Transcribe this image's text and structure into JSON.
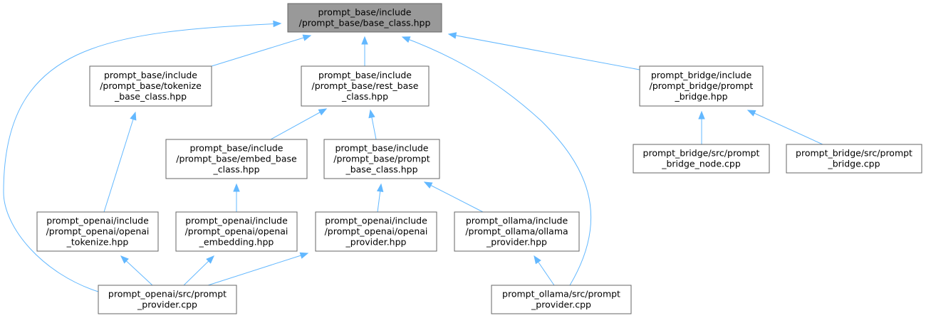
{
  "diagram": {
    "nodes": [
      {
        "id": "base_class",
        "lines": [
          "prompt_base/include",
          "/prompt_base/base_class.hpp"
        ],
        "highlight": true
      },
      {
        "id": "tokenize_base",
        "lines": [
          "prompt_base/include",
          "/prompt_base/tokenize",
          "_base_class.hpp"
        ]
      },
      {
        "id": "rest_base",
        "lines": [
          "prompt_base/include",
          "/prompt_base/rest_base",
          "_class.hpp"
        ]
      },
      {
        "id": "bridge_hpp",
        "lines": [
          "prompt_bridge/include",
          "/prompt_bridge/prompt",
          "_bridge.hpp"
        ]
      },
      {
        "id": "embed_base",
        "lines": [
          "prompt_base/include",
          "/prompt_base/embed_base",
          "_class.hpp"
        ]
      },
      {
        "id": "prompt_base_class",
        "lines": [
          "prompt_base/include",
          "/prompt_base/prompt",
          "_base_class.hpp"
        ]
      },
      {
        "id": "bridge_node_cpp",
        "lines": [
          "prompt_bridge/src/prompt",
          "_bridge_node.cpp"
        ]
      },
      {
        "id": "bridge_cpp",
        "lines": [
          "prompt_bridge/src/prompt",
          "_bridge.cpp"
        ]
      },
      {
        "id": "openai_tokenize",
        "lines": [
          "prompt_openai/include",
          "/prompt_openai/openai",
          "_tokenize.hpp"
        ]
      },
      {
        "id": "openai_embedding",
        "lines": [
          "prompt_openai/include",
          "/prompt_openai/openai",
          "_embedding.hpp"
        ]
      },
      {
        "id": "openai_provider",
        "lines": [
          "prompt_openai/include",
          "/prompt_openai/openai",
          "_provider.hpp"
        ]
      },
      {
        "id": "ollama_provider",
        "lines": [
          "prompt_ollama/include",
          "/prompt_ollama/ollama",
          "_provider.hpp"
        ]
      },
      {
        "id": "openai_provider_cpp",
        "lines": [
          "prompt_openai/src/prompt",
          "_provider.cpp"
        ]
      },
      {
        "id": "ollama_provider_cpp",
        "lines": [
          "prompt_ollama/src/prompt",
          "_provider.cpp"
        ]
      }
    ],
    "edges": [
      {
        "from": "tokenize_base",
        "to": "base_class"
      },
      {
        "from": "rest_base",
        "to": "base_class"
      },
      {
        "from": "bridge_hpp",
        "to": "base_class"
      },
      {
        "from": "openai_provider_cpp",
        "to": "base_class"
      },
      {
        "from": "ollama_provider_cpp",
        "to": "base_class"
      },
      {
        "from": "embed_base",
        "to": "rest_base"
      },
      {
        "from": "prompt_base_class",
        "to": "rest_base"
      },
      {
        "from": "openai_tokenize",
        "to": "tokenize_base"
      },
      {
        "from": "openai_embedding",
        "to": "embed_base"
      },
      {
        "from": "openai_provider",
        "to": "prompt_base_class"
      },
      {
        "from": "ollama_provider",
        "to": "prompt_base_class"
      },
      {
        "from": "bridge_node_cpp",
        "to": "bridge_hpp"
      },
      {
        "from": "bridge_cpp",
        "to": "bridge_hpp"
      },
      {
        "from": "openai_provider_cpp",
        "to": "openai_tokenize"
      },
      {
        "from": "openai_provider_cpp",
        "to": "openai_embedding"
      },
      {
        "from": "openai_provider_cpp",
        "to": "openai_provider"
      },
      {
        "from": "ollama_provider_cpp",
        "to": "ollama_provider"
      }
    ],
    "colors": {
      "edge": "#63b8ff",
      "node_border": "#666666",
      "root_fill": "#999999",
      "node_fill": "#ffffff"
    }
  }
}
